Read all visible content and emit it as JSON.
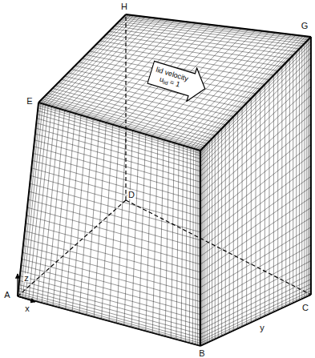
{
  "diagram": {
    "nodes": [
      {
        "text": [
          "lid velocity",
          "u",
          "lid",
          "= 1"
        ]
      }
    ],
    "labels": [
      "H",
      "G",
      "E",
      "D",
      "C",
      "A",
      "B",
      "z",
      "x",
      "y"
    ]
  }
}
